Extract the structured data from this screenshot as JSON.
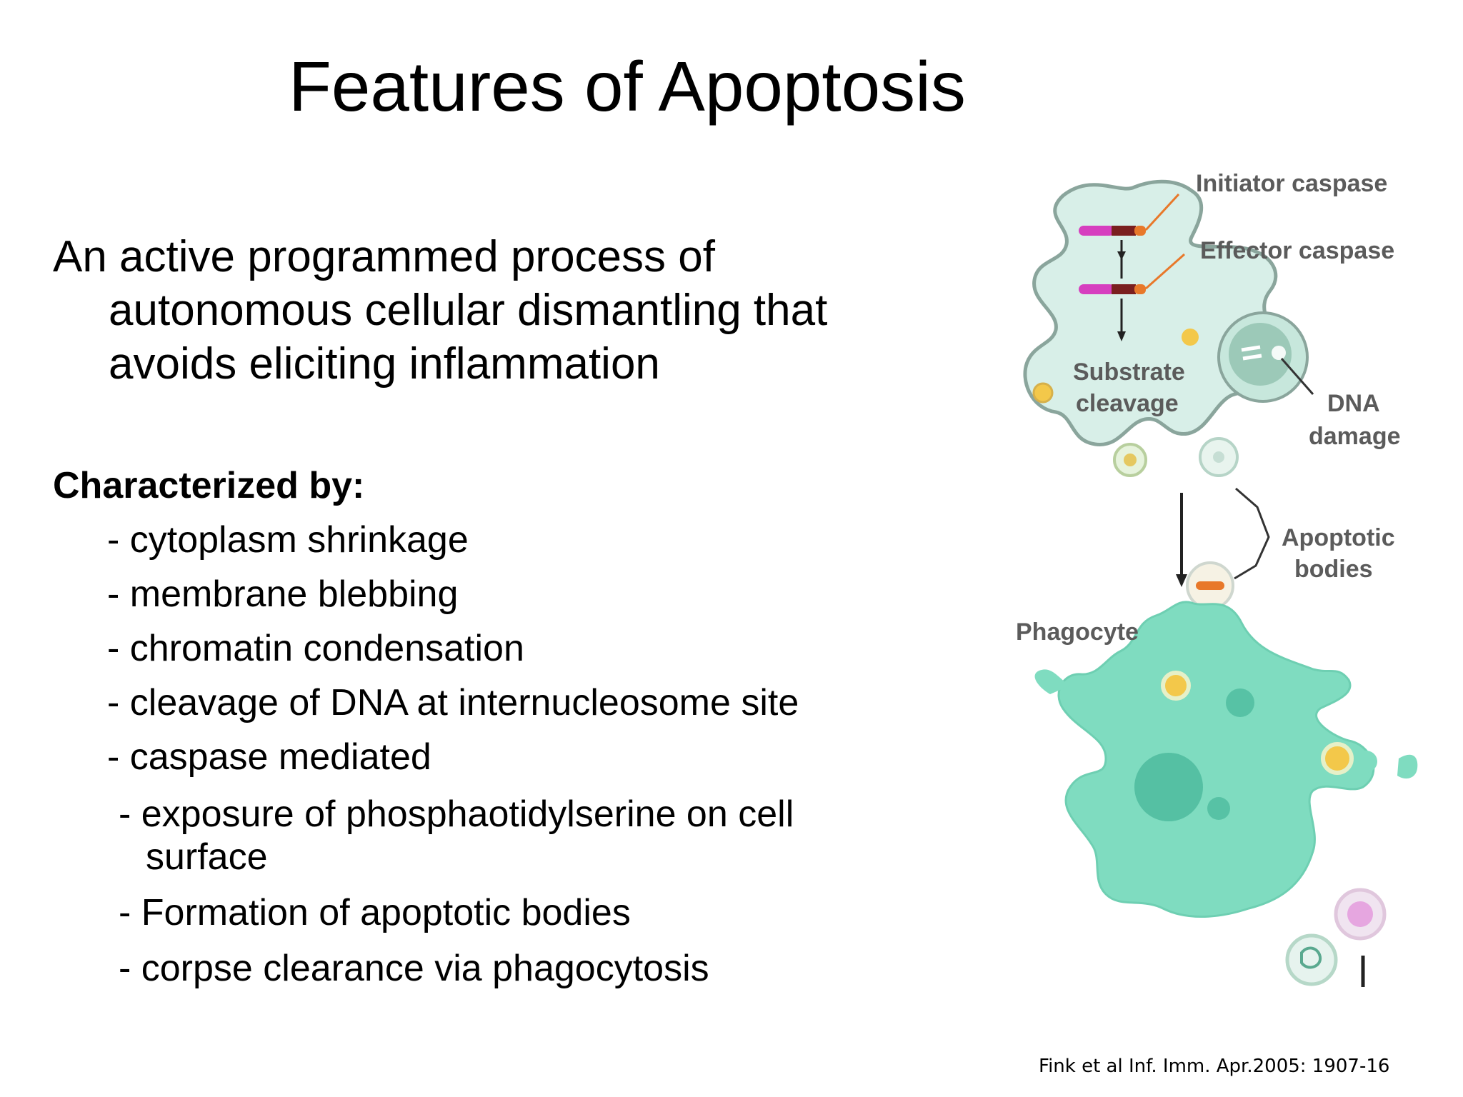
{
  "slide": {
    "title": "Features of Apoptosis",
    "intro_lines": [
      "An active programmed process of",
      "autonomous cellular dismantling that",
      "avoids eliciting inflammation"
    ],
    "characterized_heading": "Characterized by:",
    "features": [
      "- cytoplasm shrinkage",
      "- membrane blebbing",
      "- chromatin condensation",
      "- cleavage of DNA at internucleosome site",
      "- caspase mediated",
      "- exposure of phosphaotidylserine on cell",
      "surface",
      "- Formation of apoptotic bodies",
      "- corpse clearance via phagocytosis"
    ],
    "citation": "Fink et al Inf. Imm. Apr.2005: 1907-16"
  },
  "diagram": {
    "labels": {
      "initiator_caspase": "Initiator caspase",
      "effector_caspase": "Effector caspase",
      "substrate": "Substrate",
      "cleavage": "cleavage",
      "dna": "DNA",
      "damage": "damage",
      "apoptotic": "Apoptotic",
      "bodies": "bodies",
      "phagocyte": "Phagocyte"
    },
    "colors": {
      "cell_fill": "#d8efe8",
      "cell_stroke": "#8aa59c",
      "phagocyte_fill": "#7fdcc0",
      "phagocyte_dark": "#4dbb9e",
      "caspase_magenta": "#d63fbf",
      "caspase_dark": "#7a1f1f",
      "caspase_orange": "#e8782a",
      "body_yellow": "#f3c84a",
      "nucleus": "#9cc9b8"
    }
  }
}
